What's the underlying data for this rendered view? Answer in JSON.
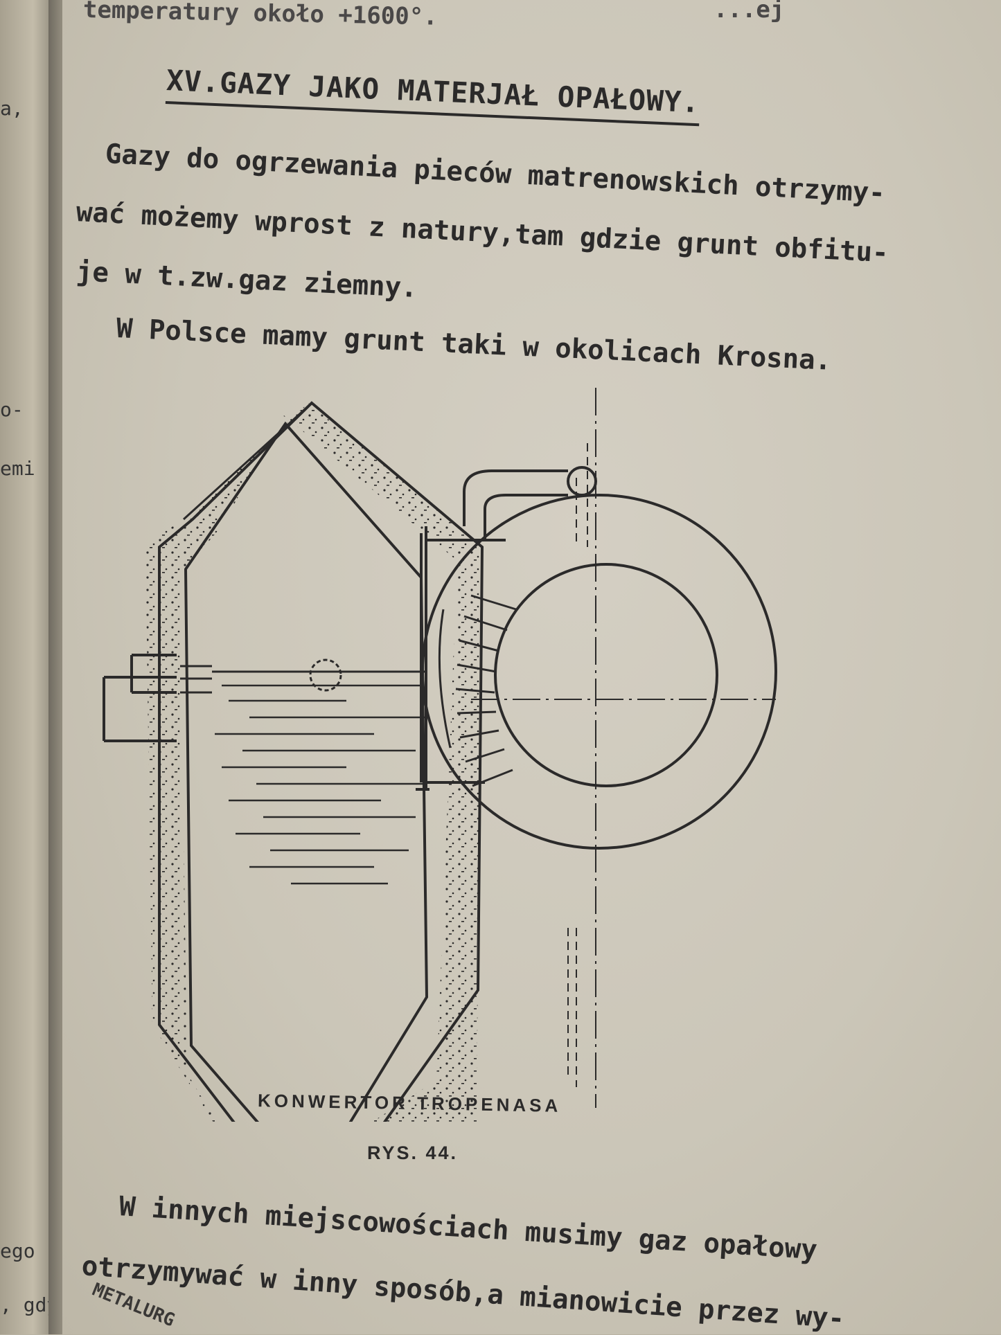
{
  "left_page": {
    "fragments": [
      "a,",
      "o-",
      "emi",
      "ego",
      ", gdy"
    ]
  },
  "page": {
    "top_line": "temperatury około +1600°.",
    "top_line_right": "...ej",
    "heading": "XV.GAZY JAKO MATERJAŁ OPAŁOWY.",
    "paragraph1_lines": [
      "Gazy do ogrzewania pieców matrenowskich otrzymy-",
      "wać możemy wprost z natury,tam gdzie grunt obfitu-",
      "je w t.zw.gaz ziemny."
    ],
    "paragraph2": "W Polsce mamy grunt taki w okolicach Krosna.",
    "figure": {
      "caption": "KONWERTOR TROPENASA",
      "number": "RYS. 44."
    },
    "paragraph3_lines": [
      "W innych miejscowościach musimy gaz opałowy",
      "otrzymywać w inny sposób,a mianowicie przez wy-"
    ],
    "corner_label": "METALURG"
  }
}
